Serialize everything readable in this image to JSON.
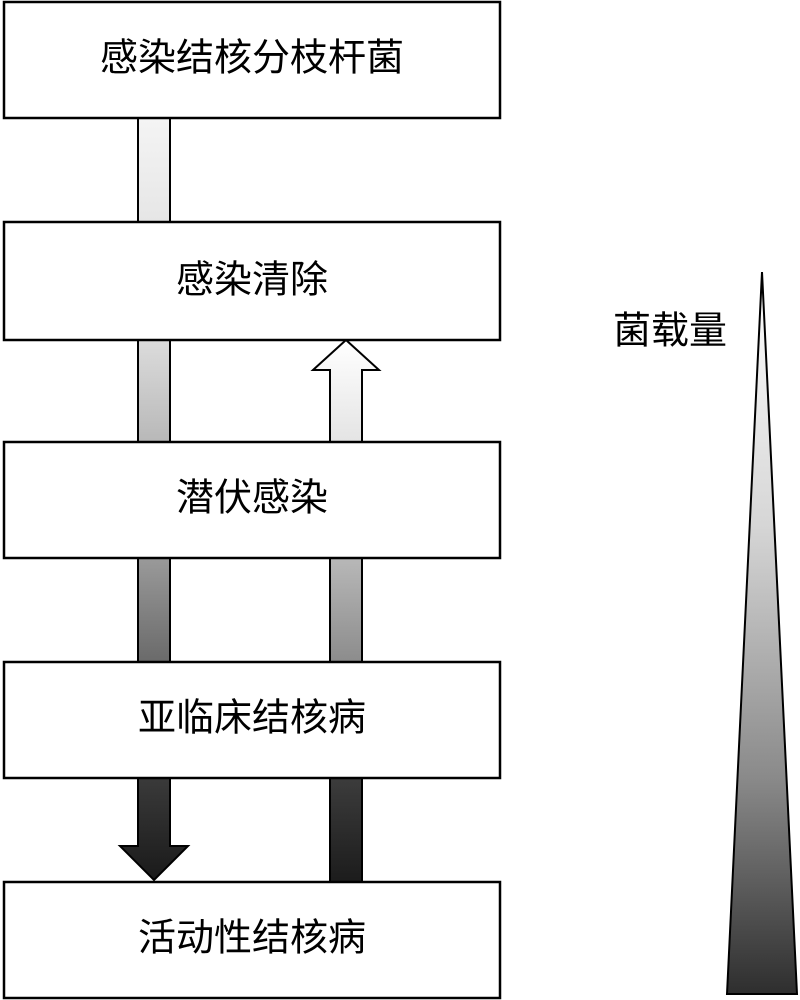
{
  "stages": [
    {
      "label": "感染结核分枝杆菌"
    },
    {
      "label": "感染清除"
    },
    {
      "label": "潜伏感染"
    },
    {
      "label": "亚临床结核病"
    },
    {
      "label": "活动性结核病"
    }
  ],
  "bacterial_load": {
    "label": "菌载量"
  },
  "colors": {
    "border": "#000000",
    "box_fill": "#ffffff",
    "gradient_light": "#ffffff",
    "gradient_dark": "#1a1a1a"
  }
}
